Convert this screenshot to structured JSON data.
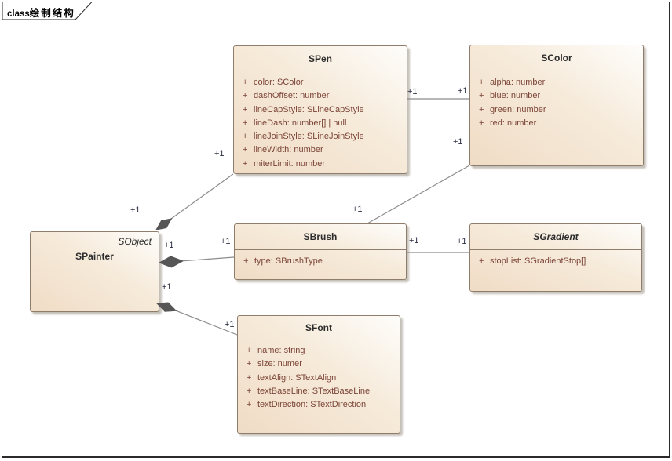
{
  "frame": {
    "keyword": "class",
    "title": "绘制结构"
  },
  "colors": {
    "box_fill_light": "#fefdfb",
    "box_fill_dark": "#f0dcc6",
    "box_border": "#8e7d6b",
    "attribute_text": "#7b4437",
    "title_text": "#2d2d2d",
    "connector_line": "#8c8c8c",
    "diamond_fill": "#565656",
    "multiplicity_text": "#2b2d42"
  },
  "classes": [
    {
      "name": "SPen",
      "attributes": [
        {
          "vis": "+",
          "text": "color: SColor"
        },
        {
          "vis": "+",
          "text": "dashOffset: number"
        },
        {
          "vis": "+",
          "text": "lineCapStyle: SLineCapStyle"
        },
        {
          "vis": "+",
          "text": "lineDash: number[] | null"
        },
        {
          "vis": "+",
          "text": "lineJoinStyle: SLineJoinStyle"
        },
        {
          "vis": "+",
          "text": "lineWidth: number"
        },
        {
          "vis": "+",
          "text": "miterLimit: number"
        }
      ]
    },
    {
      "name": "SColor",
      "attributes": [
        {
          "vis": "+",
          "text": "alpha: number"
        },
        {
          "vis": "+",
          "text": "blue: number"
        },
        {
          "vis": "+",
          "text": "green: number"
        },
        {
          "vis": "+",
          "text": "red: number"
        }
      ]
    },
    {
      "name": "SPainter",
      "annotation": "SObject",
      "attributes": []
    },
    {
      "name": "SBrush",
      "attributes": [
        {
          "vis": "+",
          "text": "type: SBrushType"
        }
      ]
    },
    {
      "name": "SGradient",
      "abstract": true,
      "attributes": [
        {
          "vis": "+",
          "text": "stopList: SGradientStop[]"
        }
      ]
    },
    {
      "name": "SFont",
      "attributes": [
        {
          "vis": "+",
          "text": "name: string"
        },
        {
          "vis": "+",
          "text": "size: numer"
        },
        {
          "vis": "+",
          "text": "textAlign: STextAlign"
        },
        {
          "vis": "+",
          "text": "textBaseLine: STextBaseLine"
        },
        {
          "vis": "+",
          "text": "textDirection: STextDirection"
        }
      ]
    }
  ],
  "relations": [
    {
      "type": "composition",
      "from": "SPainter",
      "to": "SPen",
      "from_label": "+1",
      "to_label": "+1"
    },
    {
      "type": "composition",
      "from": "SPainter",
      "to": "SBrush",
      "from_label": "+1",
      "to_label": "+1"
    },
    {
      "type": "composition",
      "from": "SPainter",
      "to": "SFont",
      "from_label": "+1",
      "to_label": "+1"
    },
    {
      "type": "association",
      "from": "SPen",
      "to": "SColor",
      "from_label": "+1",
      "to_label": "+1"
    },
    {
      "type": "association",
      "from": "SBrush",
      "to": "SColor",
      "from_label": "+1",
      "to_label": "+1"
    },
    {
      "type": "association",
      "from": "SBrush",
      "to": "SGradient",
      "from_label": "+1",
      "to_label": "+1"
    }
  ]
}
